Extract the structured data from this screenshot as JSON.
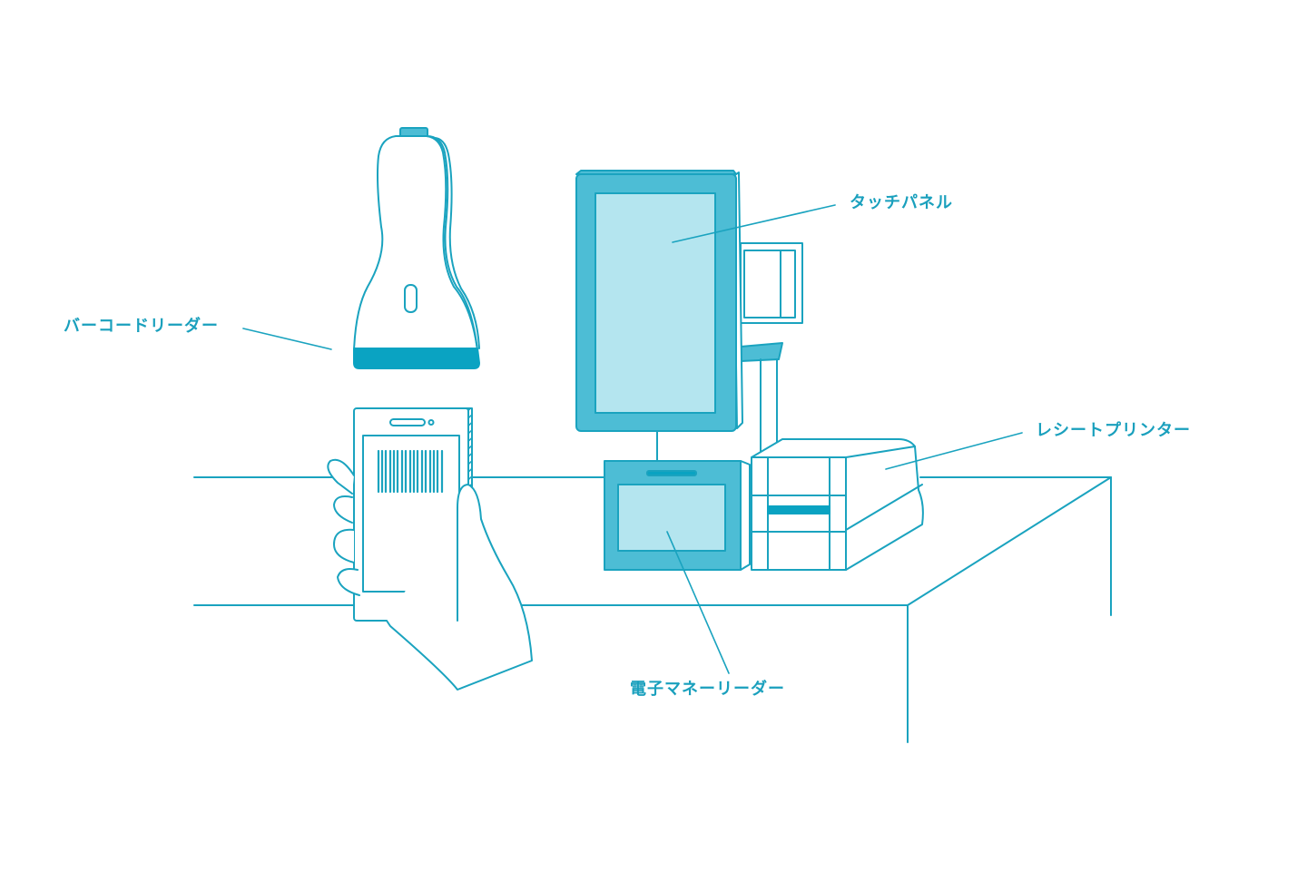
{
  "labels": {
    "touch_panel": "タッチパネル",
    "barcode_reader": "バーコードリーダー",
    "receipt_printer": "レシートプリンター",
    "emoney_reader": "電子マネーリーダー"
  },
  "colors": {
    "line": "#1aa3bf",
    "accent": "#0aa3c2",
    "screen_fill": "#b4e5ef",
    "bezel_fill": "#4dbdd5",
    "label_text": "#1aa0bd",
    "background": "#ffffff"
  },
  "icons": {
    "barcode_reader": "barcode-scanner-icon",
    "smartphone": "smartphone-icon",
    "touch_panel": "touch-panel-icon",
    "emoney_reader": "card-reader-icon",
    "receipt_printer": "printer-icon",
    "counter": "counter-table-icon"
  }
}
